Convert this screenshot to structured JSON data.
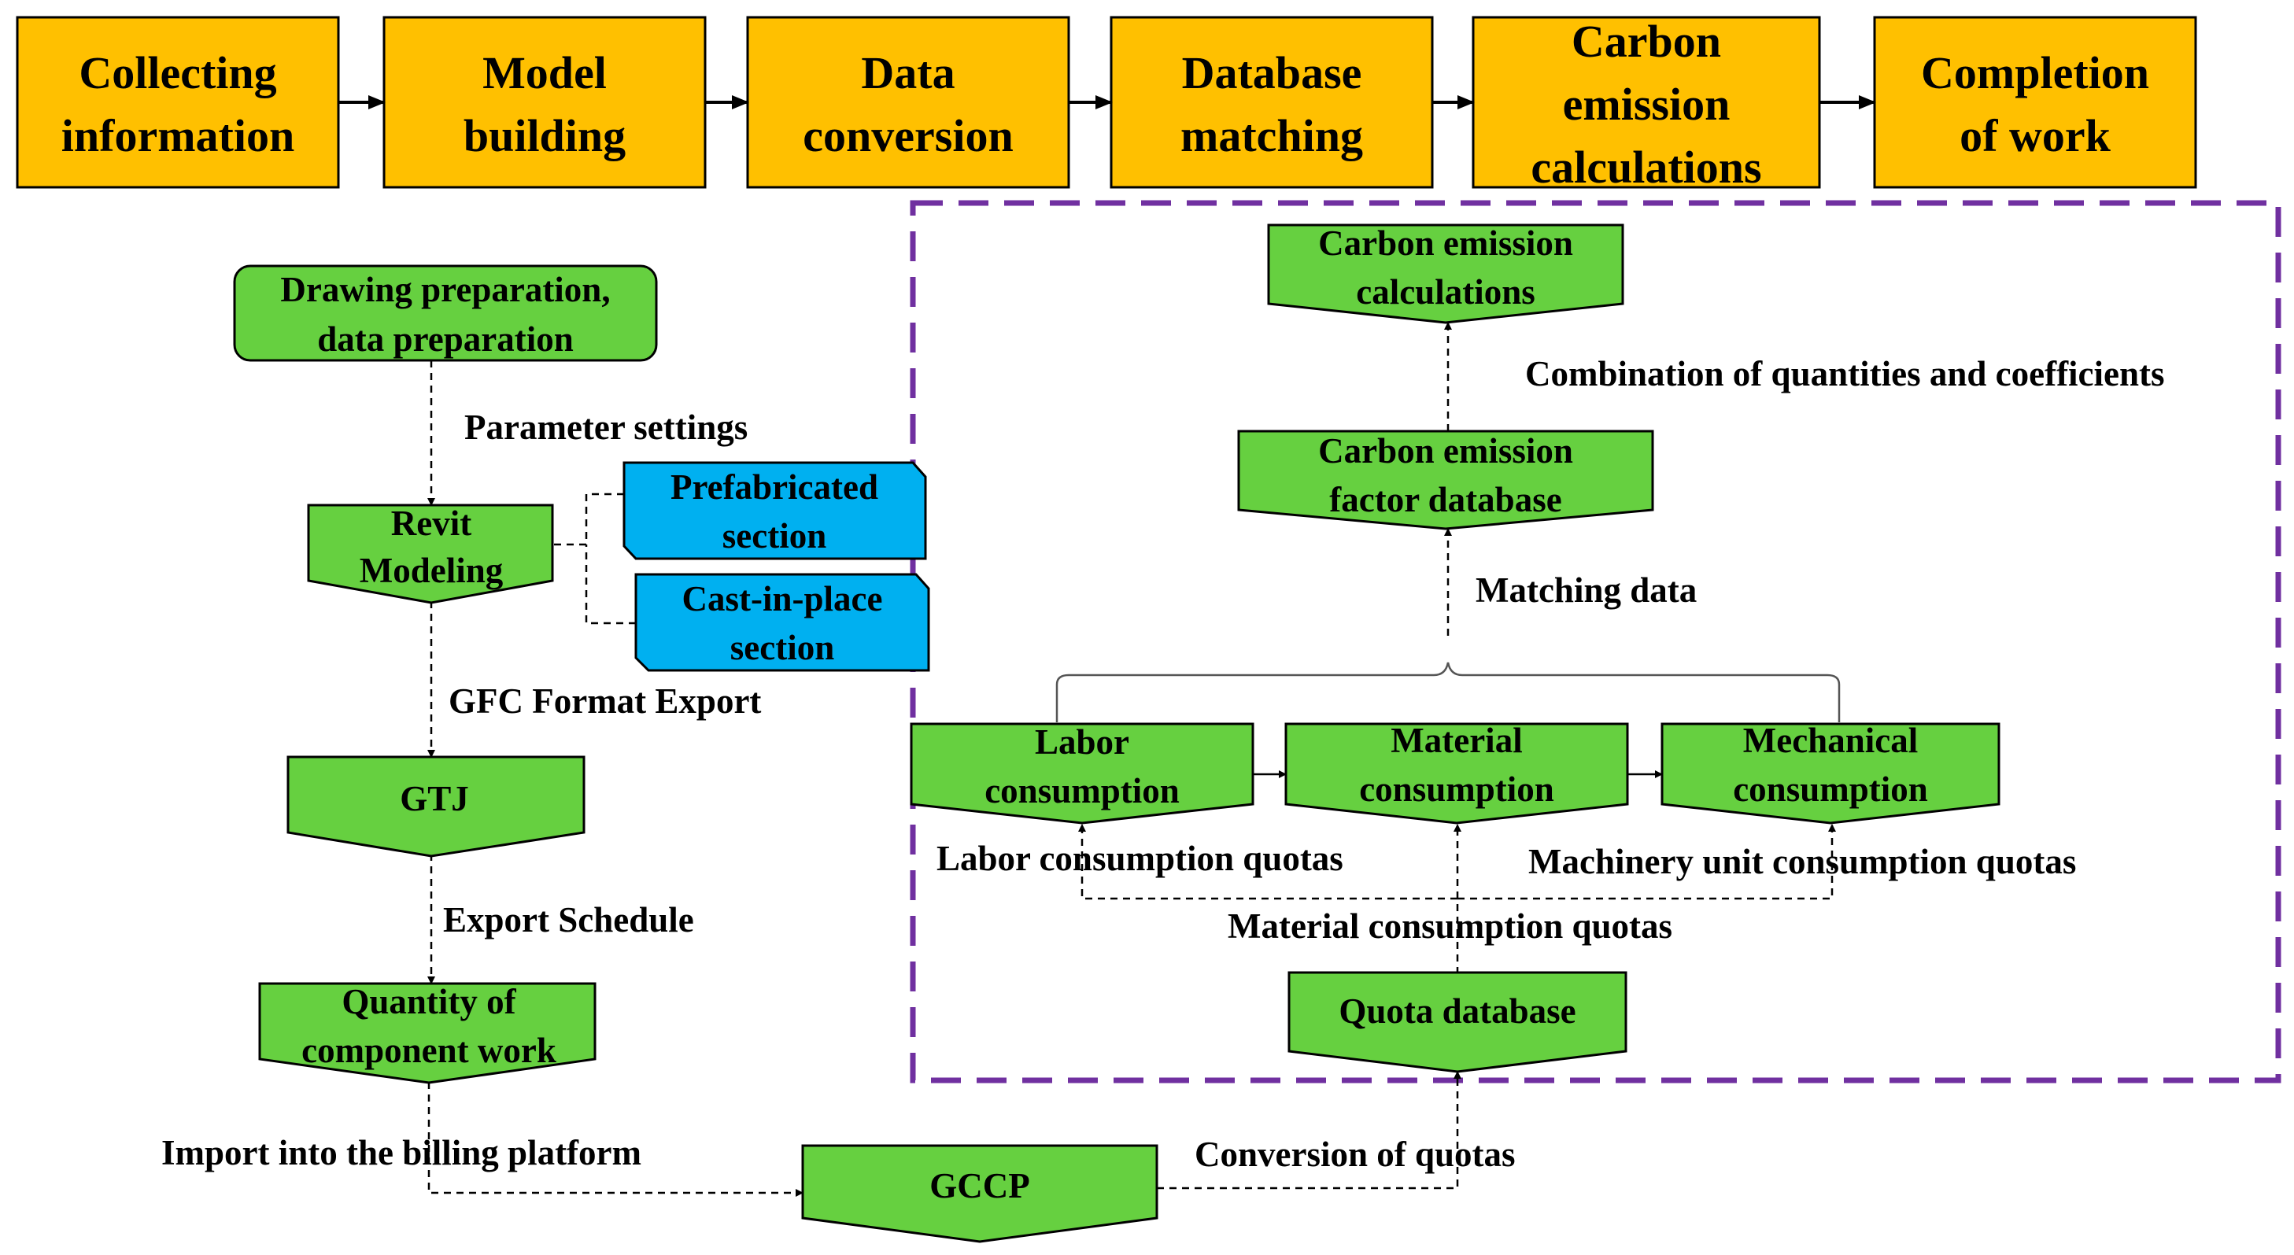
{
  "colors": {
    "stage_fill": "#FFC000",
    "node_fill": "#66D040",
    "section_fill": "#00B0F0",
    "dashed_frame": "#7030A0",
    "line": "#000000"
  },
  "stages": [
    {
      "line1": "Collecting",
      "line2": "information"
    },
    {
      "line1": "Model",
      "line2": "building"
    },
    {
      "line1": "Data",
      "line2": "conversion"
    },
    {
      "line1": "Database",
      "line2": "matching"
    },
    {
      "line1": "Carbon",
      "line2": "emission",
      "line3": "calculations"
    },
    {
      "line1": "Completion",
      "line2": "of work"
    }
  ],
  "nodes": {
    "drawing_prep": {
      "line1": "Drawing preparation,",
      "line2": "data preparation"
    },
    "revit": {
      "line1": "Revit",
      "line2": "Modeling"
    },
    "prefab": {
      "line1": "Prefabricated",
      "line2": "section"
    },
    "castinplace": {
      "line1": "Cast-in-place",
      "line2": "section"
    },
    "gtj": {
      "line1": "GTJ"
    },
    "quantity": {
      "line1": "Quantity of",
      "line2": "component work"
    },
    "gccp": {
      "line1": "GCCP"
    },
    "carbon_calc": {
      "line1": "Carbon emission",
      "line2": "calculations"
    },
    "factor_db": {
      "line1": "Carbon emission",
      "line2": "factor database"
    },
    "labor": {
      "line1": "Labor",
      "line2": "consumption"
    },
    "material": {
      "line1": "Material",
      "line2": "consumption"
    },
    "mechanical": {
      "line1": "Mechanical",
      "line2": "consumption"
    },
    "quota_db": {
      "line1": "Quota database"
    }
  },
  "labels": {
    "parameter_settings": "Parameter settings",
    "gfc_export": "GFC Format Export",
    "export_schedule": "Export Schedule",
    "import_billing": "Import into the billing platform",
    "conversion_quotas": "Conversion of quotas",
    "combination": "Combination of quantities and coefficients",
    "matching_data": "Matching data",
    "labor_quotas": "Labor consumption quotas",
    "machinery_quotas": "Machinery unit consumption quotas",
    "material_quotas": "Material consumption quotas"
  }
}
